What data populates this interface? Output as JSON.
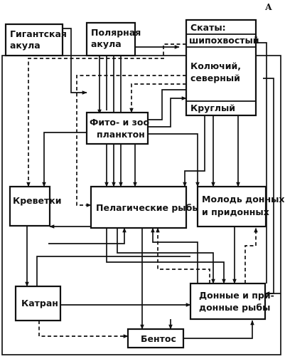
{
  "figure_letter": "А",
  "nodes": {
    "giant_shark": {
      "line1": "Гигантская",
      "line2": "акула"
    },
    "polar_shark": {
      "line1": "Полярная",
      "line2": "акула"
    },
    "skates": {
      "title": "Скаты:",
      "thornback": "шипохвостый",
      "thorny_line1": "Колючий,",
      "thorny_line2": "северный",
      "round": "Круглый"
    },
    "plankton": {
      "line1": "Фито- и зоо",
      "line2": "планктон"
    },
    "shrimp": {
      "line1": "Креветки"
    },
    "pelagic": {
      "line1": "Пелагические рыбы"
    },
    "juvenile": {
      "line1": "Молодь донных",
      "line2": "и придонных"
    },
    "katran": {
      "line1": "Катран"
    },
    "demersal": {
      "line1": "Донные и при-",
      "line2": "донные рыбы"
    },
    "benthos": {
      "line1": "Бентос"
    }
  }
}
